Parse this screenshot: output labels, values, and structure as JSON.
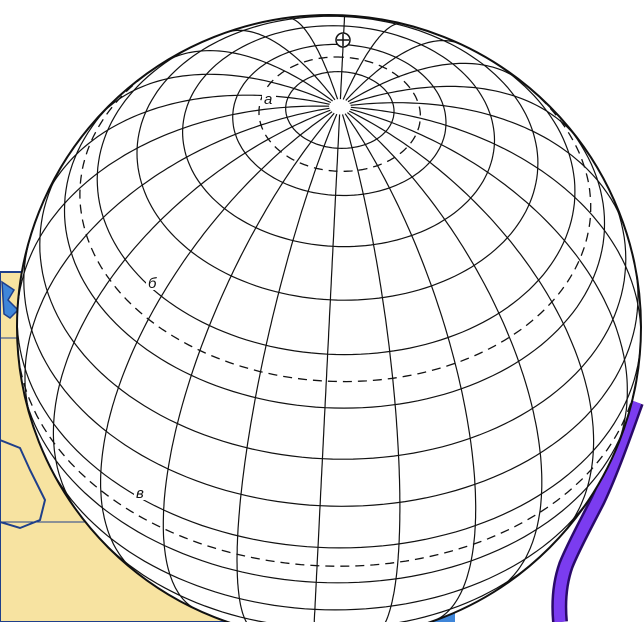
{
  "figure": {
    "labels": {
      "a": "а",
      "b": "б",
      "v": "в"
    },
    "colors": {
      "sea": "#3f86d9",
      "land": "#f7e3a1",
      "coast": "#1f3f8a",
      "purple_stroke": "#7b3cf0",
      "purple_outline": "#2a0a6a",
      "grid": "#111111",
      "sphere": "#ffffff"
    },
    "icons": [
      "north-pole-marker-icon"
    ]
  }
}
